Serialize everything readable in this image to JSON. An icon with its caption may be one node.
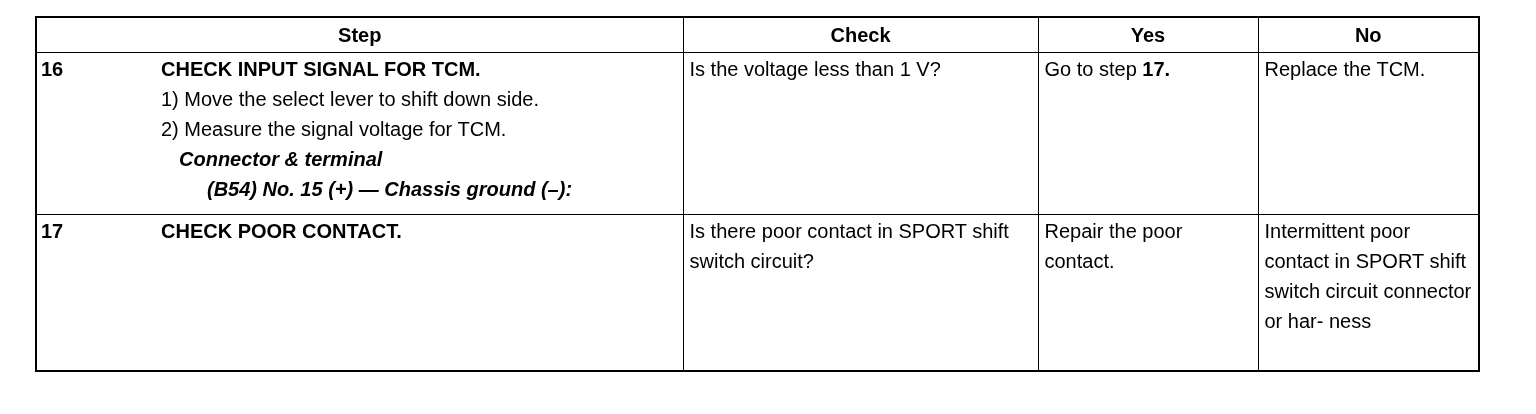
{
  "diagram": {
    "labels": [
      "Step",
      "Check",
      "Yes",
      "No",
      "16",
      "CHECK INPUT SIGNAL FOR TCM.",
      "1) Move the select lever to shift down side.",
      "2) Measure the signal voltage for TCM.",
      "Connector & terminal",
      "(B54) No. 15 (+) — Chassis ground (–):",
      "Is the voltage less than 1 V?",
      "Go to step **17.**",
      "Replace the TCM.",
      "17",
      "CHECK POOR CONTACT.",
      "Is there poor contact in SPORT shift switch circuit?",
      "Repair the poor contact.",
      "Intermittent poor contact in SPORT shift switch circuit connector or har- ness"
    ]
  }
}
